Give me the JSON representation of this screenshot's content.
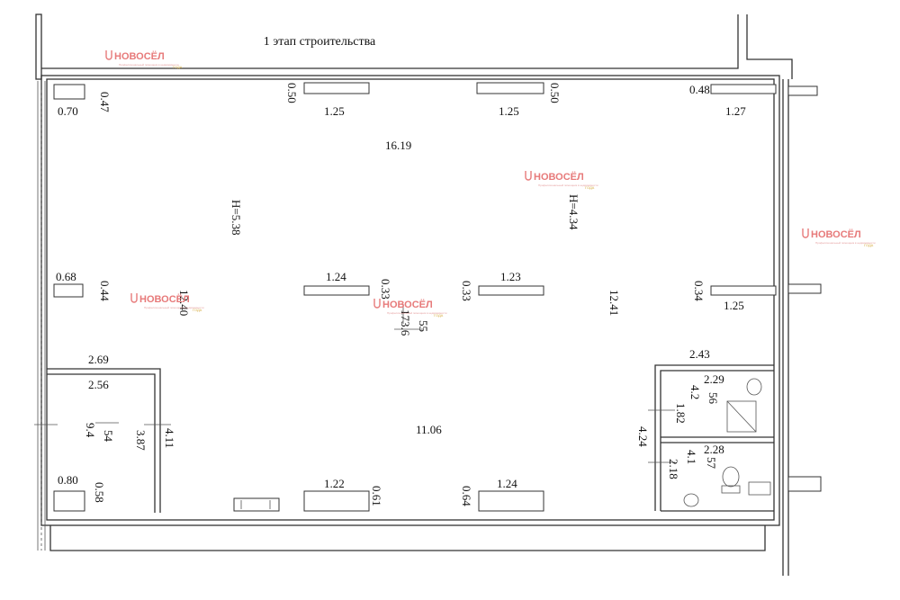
{
  "title": "1 этап строительства",
  "dimensions": {
    "top_left_col_w": "0.70",
    "top_left_col_d": "0.47",
    "win_top1_d": "0.50",
    "win_top1_w": "1.25",
    "win_top2_w": "1.25",
    "win_top2_d": "0.50",
    "top_right_d": "0.48",
    "top_right_w": "1.27",
    "main_width": "16.19",
    "height_left": "H=5.38",
    "height_right": "H=4.34",
    "left_col_w": "0.68",
    "left_col_d": "0.44",
    "col1_w": "1.24",
    "col1_d": "0.33",
    "col2_w": "1.23",
    "col2_d": "0.33",
    "right_col_d": "0.34",
    "right_col_w": "1.25",
    "length_left": "12.40",
    "length_right": "12.41",
    "room_area": "173.6",
    "room_number": "55",
    "bottom_width": "11.06",
    "lroom_outer_w": "2.69",
    "lroom_inner_w": "2.56",
    "lroom_num": "54",
    "lroom_area": "9.4",
    "lroom_len_in": "3.87",
    "lroom_len_out": "4.11",
    "bl_col_w": "0.80",
    "bl_col_d": "0.58",
    "win_bot1_w": "1.22",
    "win_bot1_d": "0.61",
    "win_bot2_d": "0.64",
    "win_bot2_w": "1.24",
    "wc_outer_w": "2.43",
    "wc1_w": "2.29",
    "wc1_area": "4.2",
    "wc1_num": "56",
    "wc1_len": "1.82",
    "wc_len_total": "4.24",
    "wc2_w": "2.28",
    "wc2_area": "4.1",
    "wc2_num": "57",
    "wc2_len": "2.18"
  },
  "watermark": {
    "brand": "НОВОСЁЛ",
    "tagline": "Профессиональный помощник в недвижимости",
    "badge": "ГОДА"
  },
  "colors": {
    "line": "#333333",
    "watermark": "#e77a7a",
    "watermark_accent": "#d8b04a"
  }
}
